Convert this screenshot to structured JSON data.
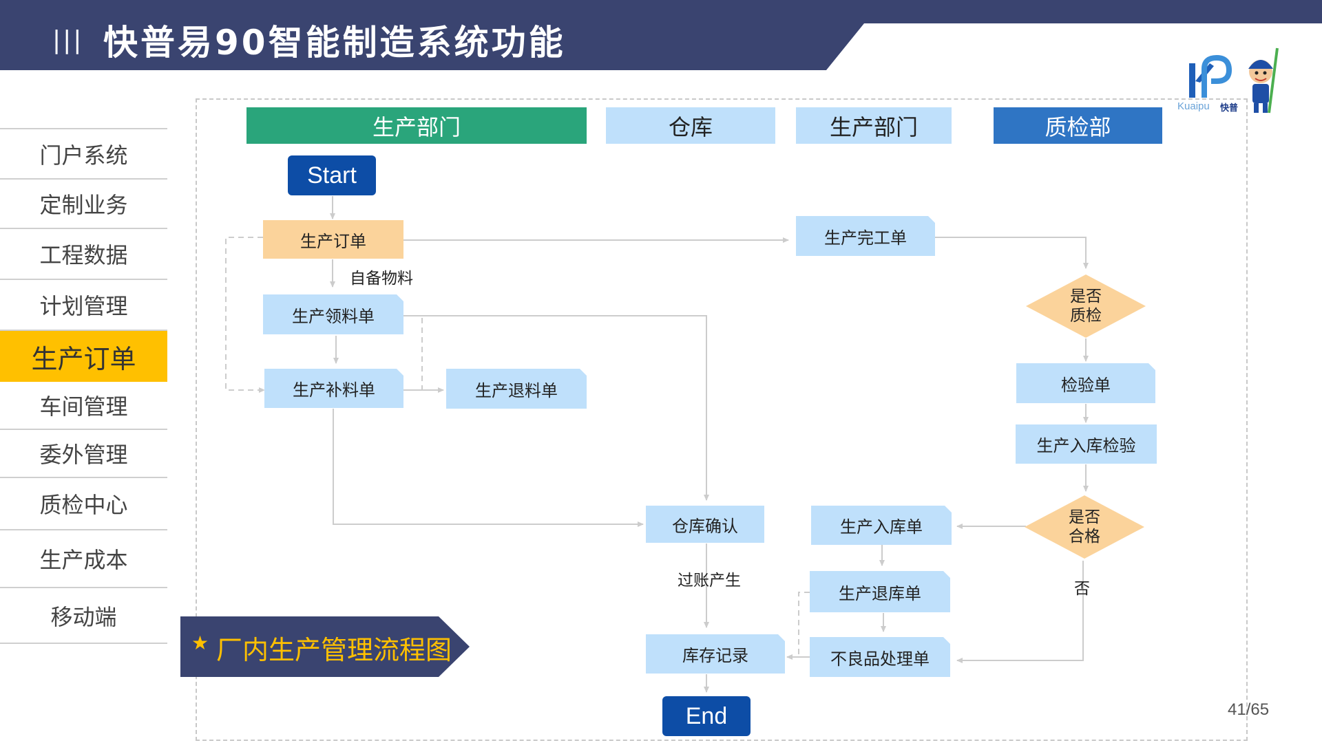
{
  "header": {
    "title": "快普易90智能制造系统功能",
    "title_bars": "|||",
    "bg_color": "#3a4470",
    "accent": "#ffffff"
  },
  "logo": {
    "text": "Kuaipu",
    "sub": "快普"
  },
  "sidebar": {
    "items": [
      {
        "label": "门户系统",
        "active": false
      },
      {
        "label": "定制业务",
        "active": false
      },
      {
        "label": "工程数据",
        "active": false
      },
      {
        "label": "计划管理",
        "active": false
      },
      {
        "label": "生产订单",
        "active": true
      },
      {
        "label": "车间管理",
        "active": false
      },
      {
        "label": "委外管理",
        "active": false
      },
      {
        "label": "质检中心",
        "active": false
      },
      {
        "label": "生产成本",
        "active": false
      },
      {
        "label": "移动端",
        "active": false
      }
    ],
    "active_color": "#ffc000"
  },
  "banner": {
    "star": "★",
    "text": "厂内生产管理流程图"
  },
  "lanes": [
    {
      "label": "生产部门",
      "bg": "#2aa57b",
      "fg": "#ffffff"
    },
    {
      "label": "仓库",
      "bg": "#bfe0fb",
      "fg": "#222222"
    },
    {
      "label": "生产部门",
      "bg": "#bfe0fb",
      "fg": "#222222"
    },
    {
      "label": "质检部",
      "bg": "#2f75c4",
      "fg": "#ffffff"
    }
  ],
  "nodes": {
    "start": "Start",
    "production_order": "生产订单",
    "picking_order": "生产领料单",
    "supplement_order": "生产补料单",
    "return_material_order": "生产退料单",
    "completion_order": "生产完工单",
    "qc_needed": [
      "是否",
      "质检"
    ],
    "inspection_order": "检验单",
    "warehouse_inspection": "生产入库检验",
    "qualified": [
      "是否",
      "合格"
    ],
    "warehouse_in_order": "生产入库单",
    "warehouse_confirm": "仓库确认",
    "return_stock_order": "生产退库单",
    "defect_order": "不良品处理单",
    "stock_record": "库存记录",
    "end": "End"
  },
  "edge_labels": {
    "self_material": "自备物料",
    "posting": "过账产生",
    "no": "否"
  },
  "page_number": "41/65"
}
